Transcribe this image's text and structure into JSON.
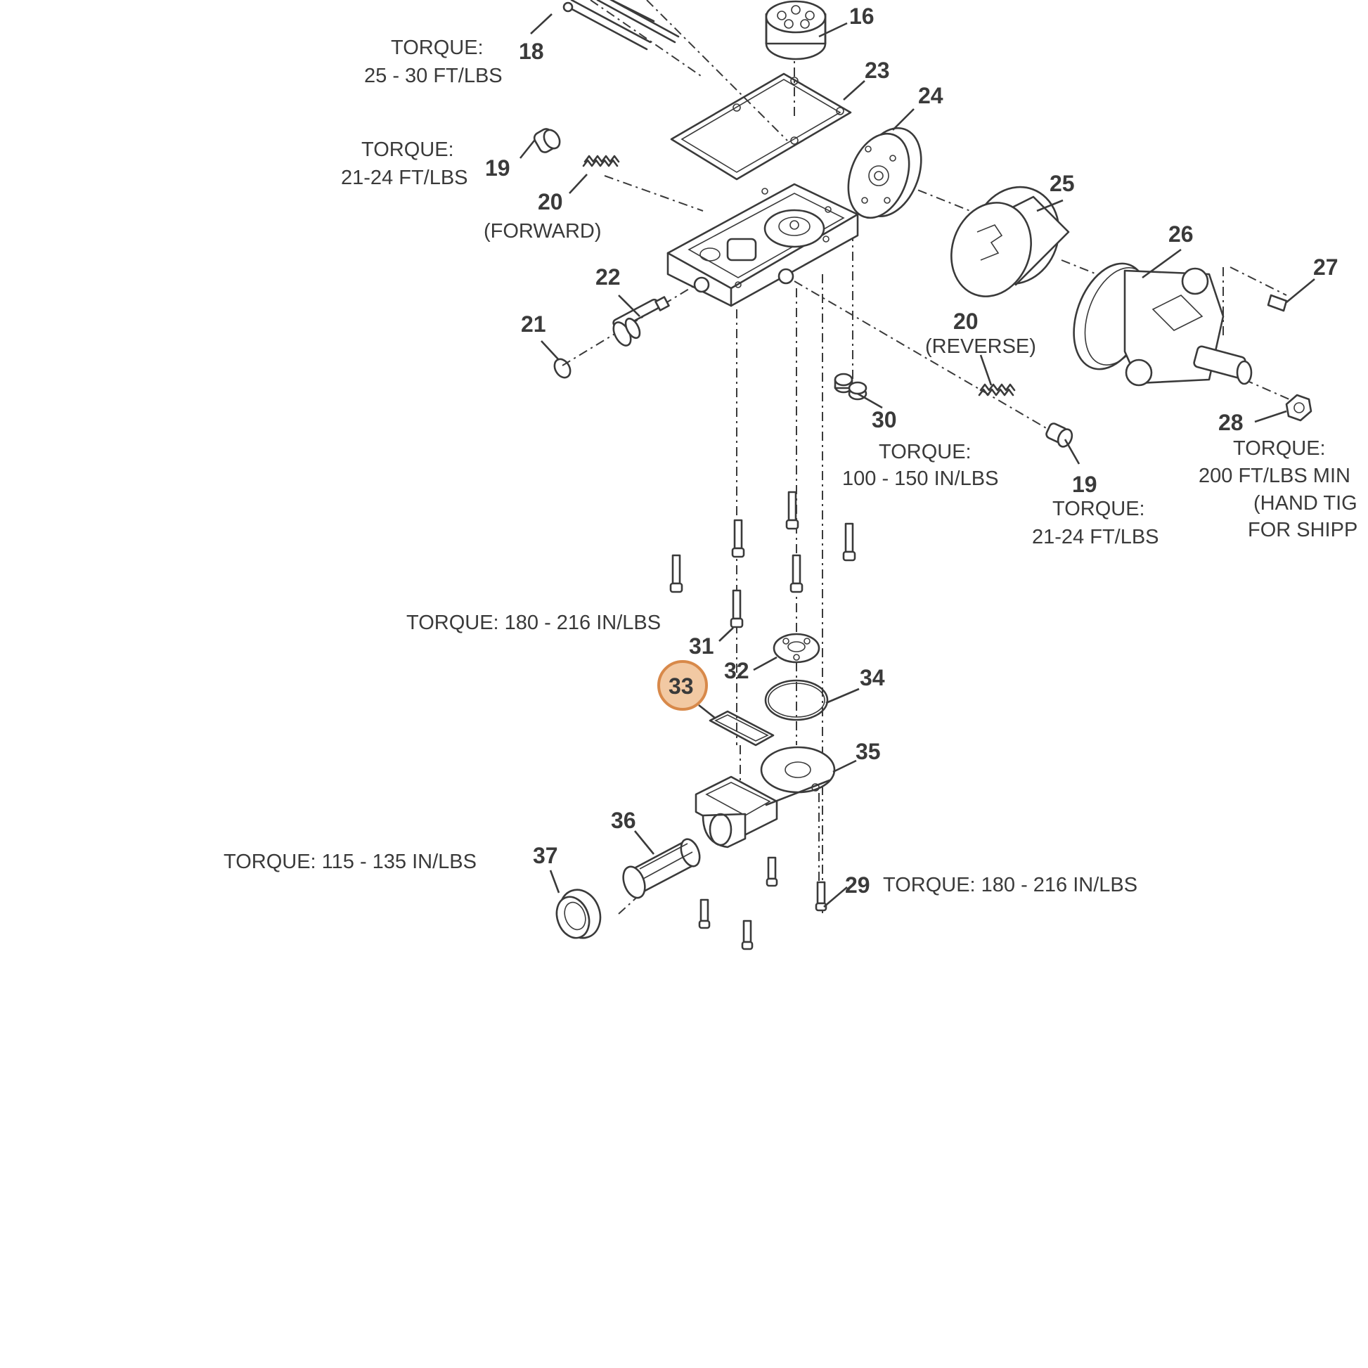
{
  "callouts": {
    "c16": "16",
    "c18": "18",
    "c23": "23",
    "c24": "24",
    "c19a": "19",
    "c20a": "20",
    "c25": "25",
    "c26": "26",
    "c27": "27",
    "c22": "22",
    "c21": "21",
    "c20b": "20",
    "c30": "30",
    "c19b": "19",
    "c28": "28",
    "c31": "31",
    "c32": "32",
    "c33": "33",
    "c34": "34",
    "c35": "35",
    "c36": "36",
    "c37": "37",
    "c29": "29"
  },
  "notes": {
    "t18_line1": "TORQUE:",
    "t18_line2": "25 - 30 FT/LBS",
    "t19a_line1": "TORQUE:",
    "t19a_line2": "21-24 FT/LBS",
    "forward": "(FORWARD)",
    "reverse": "(REVERSE)",
    "t30_line1": "TORQUE:",
    "t30_line2": "100 - 150 IN/LBS",
    "t19b_line1": "TORQUE:",
    "t19b_line2": "21-24 FT/LBS",
    "t28_line1": "TORQUE:",
    "t28_line2": "200 FT/LBS MIN",
    "t28_line3": "(HAND TIG",
    "t28_line4": "FOR SHIPP",
    "t31": "TORQUE: 180 - 216 IN/LBS",
    "t37": "TORQUE: 115 - 135 IN/LBS",
    "t29": "TORQUE: 180 - 216 IN/LBS"
  },
  "highlight": {
    "callout": "33",
    "fill_color": "#f2c9a3",
    "stroke_color": "#d8894a"
  }
}
